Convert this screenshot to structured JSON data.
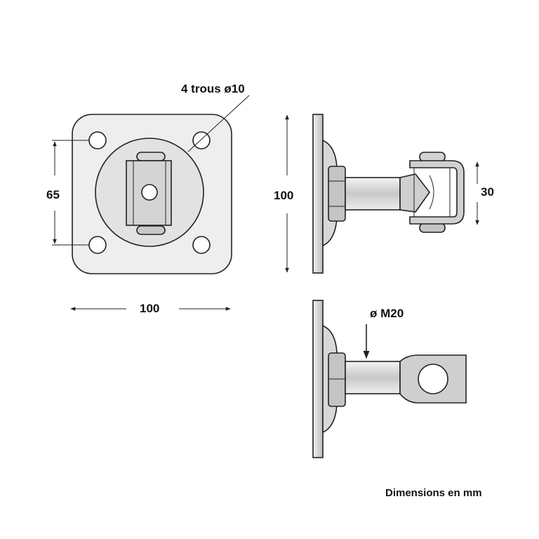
{
  "labels": {
    "holes": "4 trous ø10",
    "height_65": "65",
    "width_100": "100",
    "height_100": "100",
    "height_30": "30",
    "thread": "ø M20",
    "units": "Dimensions en mm"
  },
  "colors": {
    "line": "#222222",
    "fill_light": "#eeeeee",
    "fill_mid": "#d0d0d0",
    "fill_dark": "#a8a8a8"
  }
}
